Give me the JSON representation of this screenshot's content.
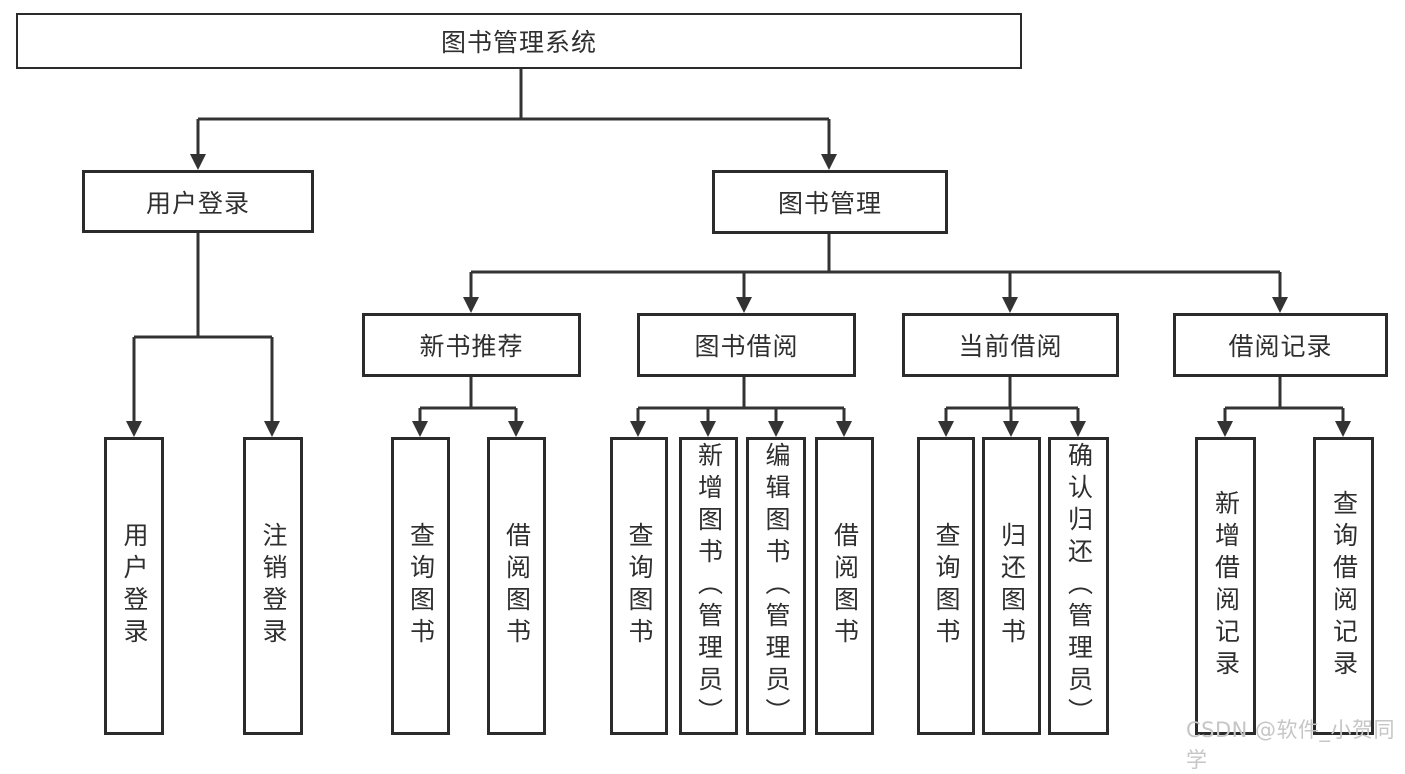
{
  "nodes": {
    "root": "图书管理系统",
    "user_login": "用户登录",
    "book_mgmt": "图书管理",
    "new_book_rec": "新书推荐",
    "book_borrow": "图书借阅",
    "current_borrow": "当前借阅",
    "borrow_record": "借阅记录",
    "ul_user_login": "用户登录",
    "ul_logout": "注销登录",
    "nbr_query": "查询图书",
    "nbr_borrow": "借阅图书",
    "bb_query": "查询图书",
    "bb_add": "新增图书（管理员）",
    "bb_edit": "编辑图书（管理员）",
    "bb_borrow": "借阅图书",
    "cb_query": "查询图书",
    "cb_return": "归还图书",
    "cb_confirm": "确认归还（管理员）",
    "br_add": "新增借阅记录",
    "br_query": "查询借阅记录"
  },
  "watermark": "CSDN @软件_小贺同学",
  "colors": {
    "line": "#333333",
    "box_border": "#2b2b2b",
    "text": "#2f2f2f",
    "watermark": "#c6c6c6",
    "background": "#ffffff"
  }
}
